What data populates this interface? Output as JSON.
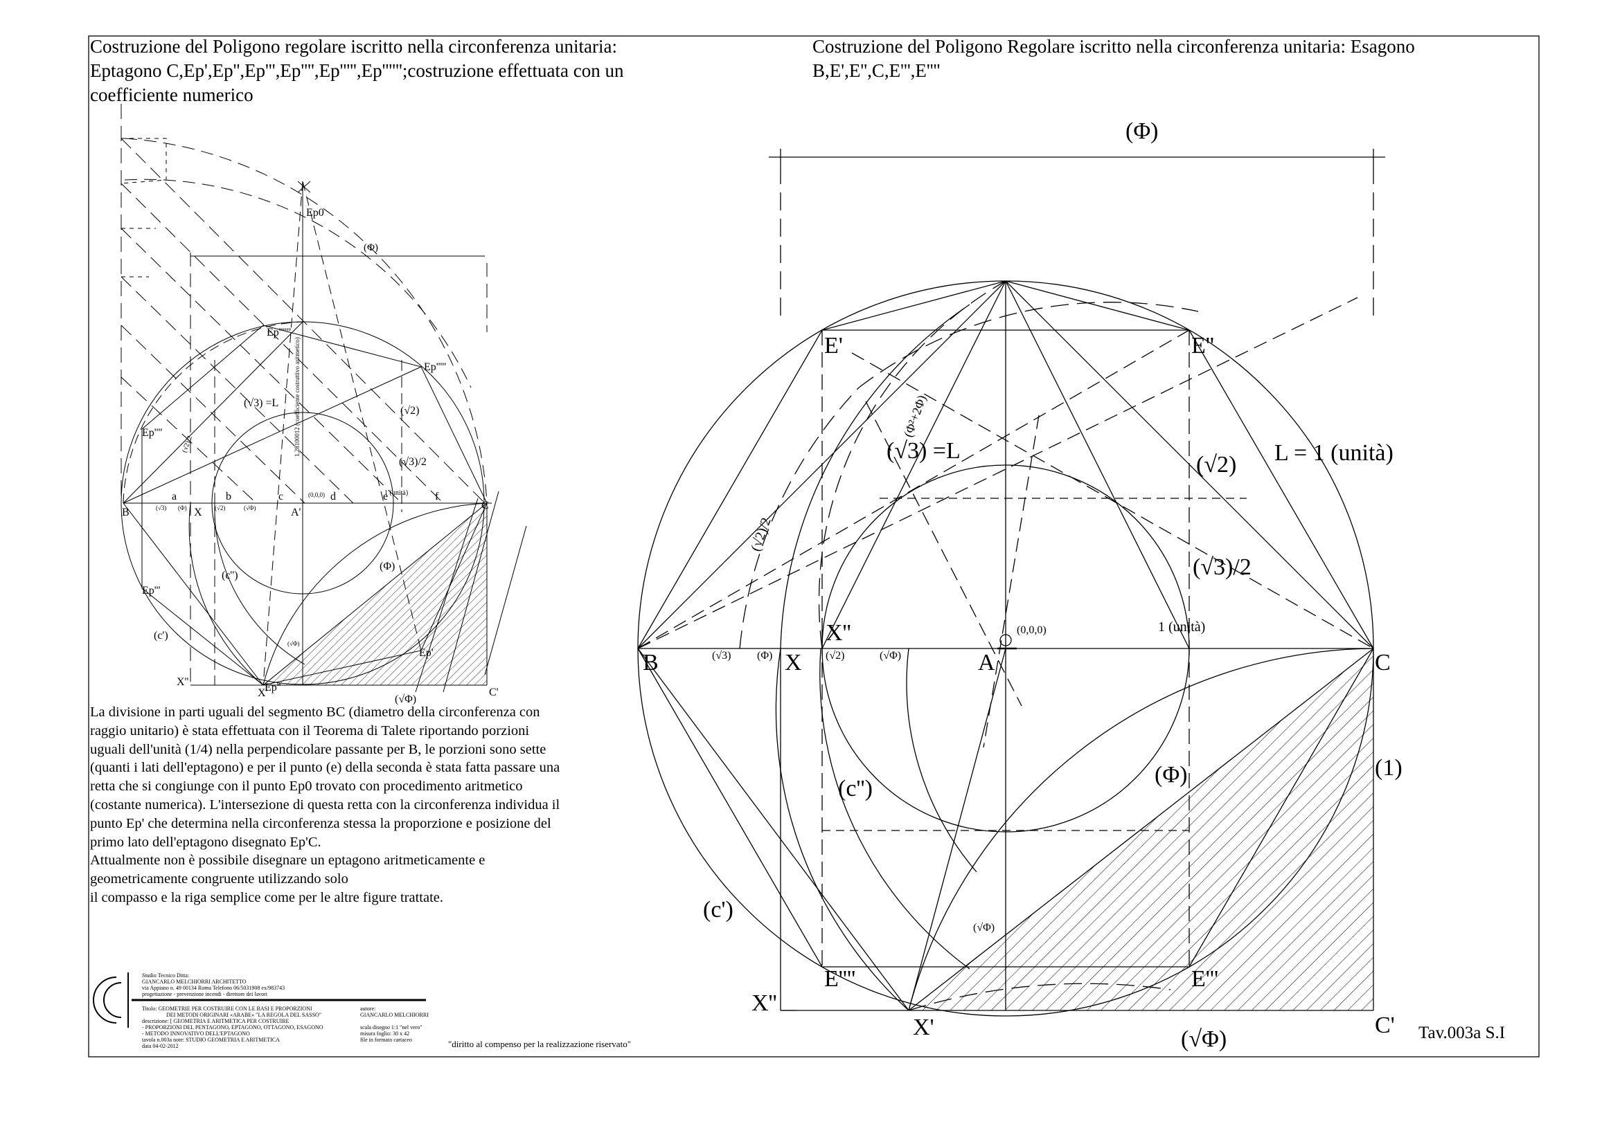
{
  "left_title": "Costruzione del Poligono regolare iscritto nella circonferenza unitaria: Eptagono C,Ep',Ep'',Ep''',Ep'''',Ep''''',Ep'''''';costruzione effettuata con un coefficiente numerico",
  "right_title": "Costruzione del Poligono Regolare iscritto nella circonferenza unitaria: Esagono B,E',E'',C,E''',E''''",
  "description": [
    "La divisione in parti uguali del segmento BC (diametro della circonferenza con",
    "raggio unitario) è stata effettuata con il Teorema di Talete riportando porzioni",
    "uguali dell'unità (1/4) nella perpendicolare passante per B, le porzioni sono sette",
    "(quanti i lati dell'eptagono) e per il punto (e) della seconda è stata fatta passare una",
    "retta che si congiunge con il punto Ep0  trovato con procedimento aritmetico",
    "(costante numerica). L'intersezione di questa retta con la circonferenza individua il",
    "punto Ep' che determina nella circonferenza stessa la proporzione e posizione del",
    "primo lato dell'eptagono disegnato Ep'C.",
    "Attualmente non è possibile disegnare un eptagono aritmeticamente e",
    "geometricamente congruente utilizzando solo",
    "il compasso e la riga semplice come per le altre figure trattate."
  ],
  "left_labels": {
    "B": "B",
    "X": "X",
    "A": "A'",
    "C": "C",
    "Cp": "C'",
    "Xpp": "X''",
    "Xp": "X'",
    "a": "a",
    "b": "b",
    "c": "c",
    "d": "d",
    "e": "e",
    "f": "f",
    "Ep0": "Ep0",
    "Epp": "Ep'",
    "Ep2": "Ep''",
    "Ep3": "Ep'''",
    "Ep4": "Ep''''",
    "Ep5": "Ep'''''",
    "Ep6": "Ep''''''",
    "phi_top": "(Φ)",
    "phi_mid": "(Φ)",
    "sqrt3L": "(√3) =L",
    "sqrt2": "(√2)",
    "sqrt3_2": "(√3)/2",
    "sqrt2_2": "(√2)/2",
    "cpp": "(c'')",
    "cp": "(c')",
    "sqrtphi": "(√Φ)",
    "sqrtphi_small": "(√Φ)",
    "origin": "(0,0,0)",
    "unita": "1 (unità)",
    "coeff": "1,28100012 (coefficiente costruttivo aritmetico)",
    "tick1": "(√3)",
    "tick2": "(Φ)",
    "tick3": "(√2)",
    "tick4": "(√Φ)"
  },
  "right_labels": {
    "phi_top": "(Φ)",
    "Ep": "E'",
    "Epp": "E''",
    "Eppp": "E'''",
    "Epppp": "E''''",
    "B": "B",
    "X": "X",
    "Xpp_up": "X''",
    "A": "A",
    "C": "C",
    "Cp": "C'",
    "Xpp": "X''",
    "Xp": "X'",
    "sqrt3L": "(√3) =L",
    "L1": "L = 1 (unità)",
    "sqrt2": "(√2)",
    "sqrt3_2": "(√3)/2",
    "sqrt2_2": "(√2)/2",
    "origin": "(0,0,0)",
    "unita": "1 (unità)",
    "tick_s3": "(√3)",
    "tick_phi": "(Φ)",
    "tick_s2": "(√2)",
    "tick_sphi": "(√Φ)",
    "phi_mid": "(Φ)",
    "one": "(1)",
    "cpp": "(c'')",
    "cp": "(c')",
    "sqrtphi_small": "(√Φ)",
    "sqrtphi_bottom": "(√Φ)",
    "phi2": "(Φ²+2Φ)"
  },
  "tav": "Tav.003a S.I",
  "rights_note": "\"diritto al compenso per la realizzazione riservato\"",
  "title_block": {
    "l1": "Studio Tecnico Ditta:",
    "l2": "GIANCARLO MELCHIORRI ARCHITETTO",
    "l3": "via Appiano n. 49  00134 Roma  Telefono 06/5031908 ex/983743",
    "l4": "progettazione  -  prevenzione incendi  -  direttore dei lavori",
    "l5": "Titolo:     GEOMETRIE PER COSTRUIRE CON LE BASI E PROPORZIONI",
    "l6": "DEI METODI ORIGINARI «ARABE» \"LA REGOLA DEL SASSO\"",
    "l7": "descrizione: [ GEOMETRIA E ARITMETICA PER COSTRUIRE",
    "l8": "- PROPORZIONI DEL PENTAGONO, EPTAGONO, OTTAGONO, ESAGONO",
    "l9": "- METODO INNOVATIVO DELL'EPTAGONO",
    "l10": "tavola n.003a  note: STUDIO GEOMETRIA E ARITMETICA",
    "l11": "data 04-02-2012",
    "r1": "autore:",
    "r2": "GIANCARLO  MELCHIORRI",
    "r3": "scala disegno 1:1  \"nel vero\"",
    "r4": "misura foglio: 30 x 42",
    "r5": "file in formato cartaceo"
  }
}
